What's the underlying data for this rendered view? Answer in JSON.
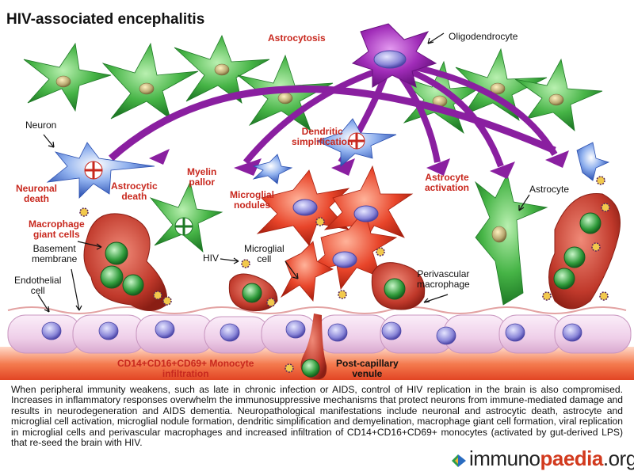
{
  "title": "HIV-associated encephalitis",
  "labels": {
    "astrocytosis": "Astrocytosis",
    "oligodendrocyte": "Oligodendrocyte",
    "neuron": "Neuron",
    "dendritic_1": "Dendritic",
    "dendritic_2": "simplification",
    "neuronal_1": "Neuronal",
    "neuronal_2": "death",
    "astrocytic_1": "Astrocytic",
    "astrocytic_2": "death",
    "myelin_1": "Myelin",
    "myelin_2": "pallor",
    "microglial_nod_1": "Microglial",
    "microglial_nod_2": "nodules",
    "astro_act_1": "Astrocyte",
    "astro_act_2": "activation",
    "astrocyte": "Astrocyte",
    "macro_giant_1": "Macrophage",
    "macro_giant_2": "giant cells",
    "basement_1": "Basement",
    "basement_2": "membrane",
    "hiv": "HIV",
    "microglial_cell_1": "Microglial",
    "microglial_cell_2": "cell",
    "perivascular_1": "Perivascular",
    "perivascular_2": "macrophage",
    "endothelial_1": "Endothelial",
    "endothelial_2": "cell",
    "monocyte_1": "CD14+CD16+CD69+ Monocyte",
    "monocyte_2": "infiltration",
    "venule_1": "Post-capillary",
    "venule_2": "venule"
  },
  "caption": "When peripheral immunity weakens, such as late in chronic infection or AIDS, control of HIV replication in the brain is also compromised. Increases in inflammatory responses overwhelm the immunosuppressive mechanisms that protect neurons from immune-mediated damage and results in neurodegeneration and AIDS dementia. Neuropathological manifestations include neuronal and astrocytic death, astrocyte and microglial cell activation, microglial nodule formation, dendritic simplification and demyelination, macrophage giant cell formation, viral replication in microglial cells and perivascular macrophages and increased infiltration of CD14+CD16+CD69+ monocytes (activated by gut-derived LPS) that re-seed the brain with HIV.",
  "logo": {
    "part1": "immuno",
    "part2": "paedia",
    "part3": ".org"
  },
  "colors": {
    "label_red": "#c8281e",
    "astrocyte_green": "#3aa83a",
    "oligodendrocyte_purple": "#8a1fa0",
    "microglia_red": "#e8452a",
    "macrophage_red": "#c0392b",
    "neuron_blue": "#3a64c8",
    "endothelium_pink": "#f0d6ee",
    "venule_red": "#e85030"
  }
}
